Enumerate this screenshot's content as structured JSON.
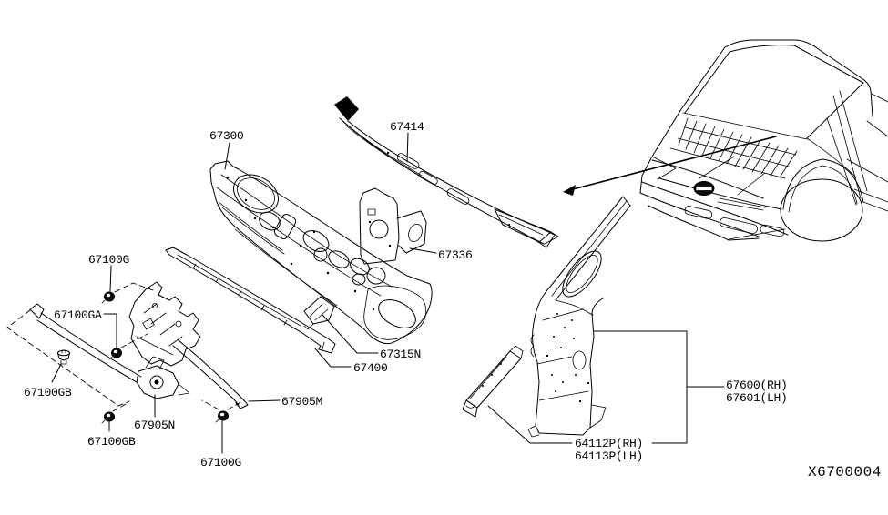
{
  "diagram": {
    "code": "X6700004",
    "colors": {
      "ink": "#000000",
      "background": "#ffffff"
    },
    "labels": {
      "dash_panel": "67300",
      "cowl_top_panel": "67414",
      "dash_side_patch": "67336",
      "clip_g_top": "67100G",
      "clip_ga": "67100GA",
      "clip_gb_left": "67100GB",
      "grille_67905n": "67905N",
      "clip_gb_bottom": "67100GB",
      "clip_g_bottom": "67100G",
      "grille_67905m": "67905M",
      "bracket_67315n": "67315N",
      "cowl_lower": "67400",
      "front_pillar_rh": "67600(RH)",
      "front_pillar_lh": "67601(LH)",
      "hoodledge_rh": "64112P(RH)",
      "hoodledge_lh": "64113P(LH)"
    }
  }
}
